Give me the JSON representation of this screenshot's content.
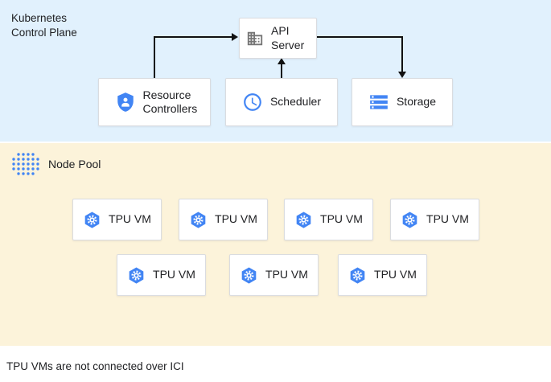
{
  "control_plane": {
    "label": "Kubernetes Control Plane",
    "api_server_label": "API Server",
    "resource_controllers_label": "Resource Controllers",
    "scheduler_label": "Scheduler",
    "storage_label": "Storage"
  },
  "node_pool": {
    "label": "Node Pool",
    "tpu_label": "TPU VM",
    "tpu_count_row1": 4,
    "tpu_count_row2": 3
  },
  "caption": "TPU VMs are not connected over ICI",
  "icons": {
    "api_server": "building-icon",
    "resource_controllers": "shield-person-icon",
    "scheduler": "clock-icon",
    "storage": "storage-stack-icon",
    "tpu": "hexagon-gear-icon",
    "node_pool": "dot-grid-icon"
  },
  "colors": {
    "control_plane_bg": "#e1f1fd",
    "node_pool_bg": "#fcf3da",
    "accent_blue": "#4285f4",
    "icon_gray": "#757575",
    "box_border": "#dadce0",
    "arrow": "#111111"
  }
}
